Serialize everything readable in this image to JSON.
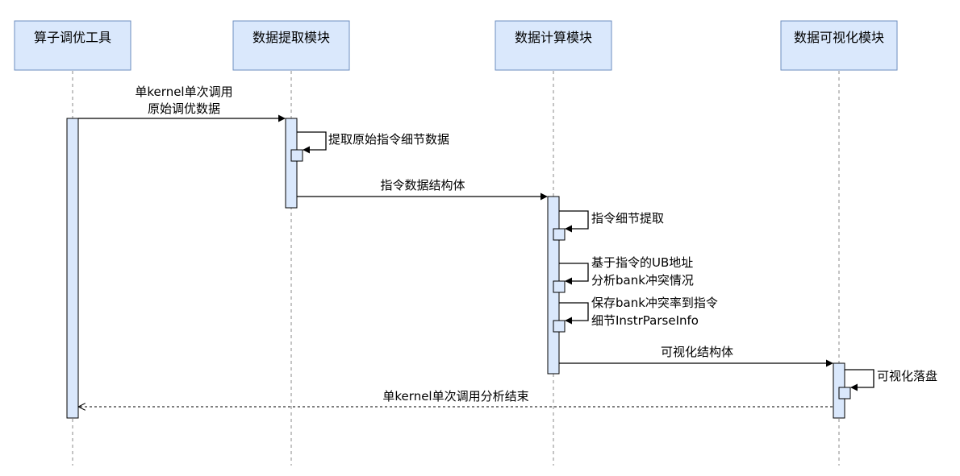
{
  "participants": [
    {
      "id": "p1",
      "label": "算子调优工具"
    },
    {
      "id": "p2",
      "label": "数据提取模块"
    },
    {
      "id": "p3",
      "label": "数据计算模块"
    },
    {
      "id": "p4",
      "label": "数据可视化模块"
    }
  ],
  "messages": {
    "m1": {
      "lines": [
        "单kernel单次调用",
        "原始调优数据"
      ]
    },
    "m2": {
      "lines": [
        "提取原始指令细节数据"
      ]
    },
    "m3": {
      "lines": [
        "指令数据结构体"
      ]
    },
    "m4": {
      "lines": [
        "指令细节提取"
      ]
    },
    "m5": {
      "lines": [
        "基于指令的UB地址",
        "分析bank冲突情况"
      ]
    },
    "m6": {
      "lines": [
        "保存bank冲突率到指令",
        "细节InstrParseInfo"
      ]
    },
    "m7": {
      "lines": [
        "可视化结构体"
      ]
    },
    "m8": {
      "lines": [
        "可视化落盘"
      ]
    },
    "m9": {
      "lines": [
        "单kernel单次调用分析结束"
      ]
    }
  },
  "colors": {
    "header_fill": "#dae8fc",
    "header_stroke": "#6c8ebf",
    "line": "#000000",
    "lifeline": "#888888"
  }
}
